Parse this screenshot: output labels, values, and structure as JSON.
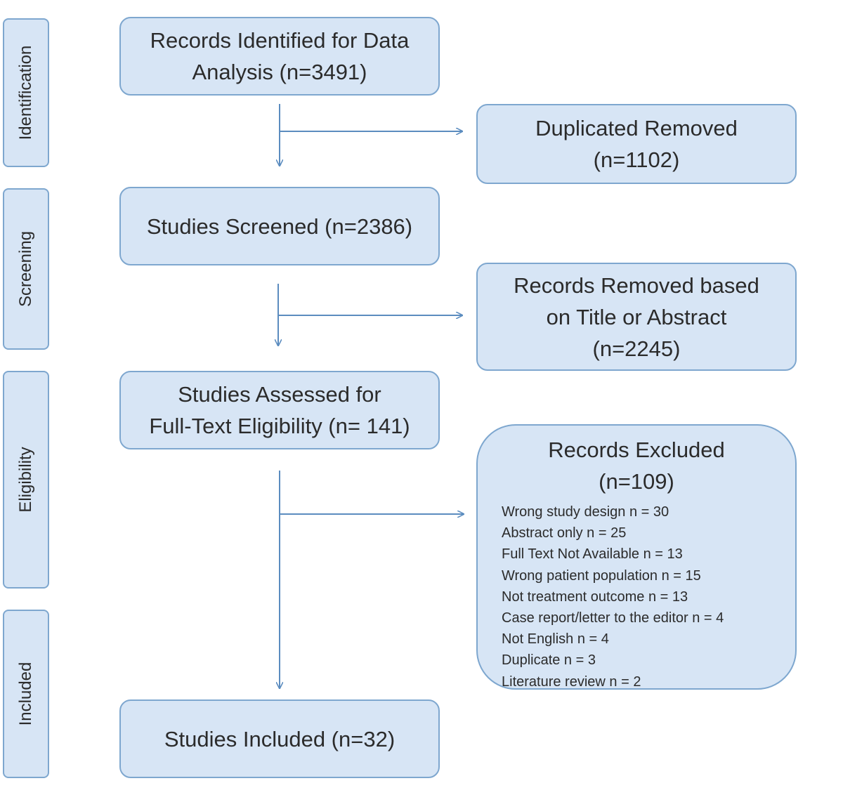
{
  "stages": [
    {
      "id": "identification",
      "label": "Identification"
    },
    {
      "id": "screening",
      "label": "Screening"
    },
    {
      "id": "eligibility",
      "label": "Eligibility"
    },
    {
      "id": "included",
      "label": "Included"
    }
  ],
  "boxes": {
    "identified": {
      "lines": [
        "Records Identified for Data",
        "Analysis (n=3491)"
      ]
    },
    "duplicates": {
      "lines": [
        "Duplicated Removed",
        "(n=1102)"
      ]
    },
    "screened": {
      "lines": [
        "Studies Screened (n=2386)"
      ]
    },
    "removed_title_abstract": {
      "lines": [
        "Records Removed based",
        "on Title or Abstract",
        "(n=2245)"
      ]
    },
    "assessed": {
      "lines": [
        "Studies Assessed for",
        "Full-Text Eligibility (n= 141)"
      ]
    },
    "excluded": {
      "lines": [
        "Records Excluded",
        "(n=109)"
      ],
      "reasons": [
        "Wrong study design n = 30",
        "Abstract only n = 25",
        "Full Text Not Available n = 13",
        "Wrong patient population n = 15",
        "Not treatment outcome n = 13",
        "Case report/letter to the editor n = 4",
        "Not English n = 4",
        "Duplicate n = 3",
        "Literature review n = 2"
      ]
    },
    "included": {
      "lines": [
        "Studies Included (n=32)"
      ]
    }
  },
  "colors": {
    "box_fill": "#d7e5f5",
    "box_border": "#7ea7cf",
    "arrow": "#5b8cbf",
    "text": "#2b2b2b"
  }
}
